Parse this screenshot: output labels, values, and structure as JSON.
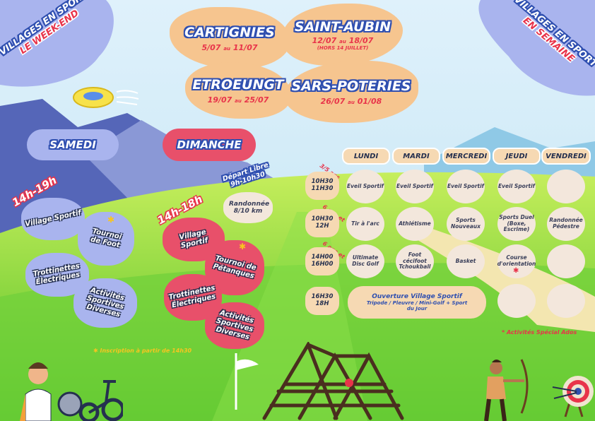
{
  "weekend_banner": {
    "line1": "VILLAGES EN SPORT",
    "line2": "LE WEEK-END"
  },
  "weekday_banner": {
    "line1": "VILLAGES EN SPORT",
    "line2": "EN SEMAINE"
  },
  "villages": [
    {
      "name": "CARTIGNIES",
      "date_start": "5/07",
      "date_sep": "au",
      "date_end": "11/07",
      "note": ""
    },
    {
      "name": "SAINT-AUBIN",
      "date_start": "12/07",
      "date_sep": "au",
      "date_end": "18/07",
      "note": "(HORS 14 JUILLET)"
    },
    {
      "name": "ETROEUNGT",
      "date_start": "19/07",
      "date_sep": "au",
      "date_end": "25/07",
      "note": ""
    },
    {
      "name": "SARS-POTERIES",
      "date_start": "26/07",
      "date_sep": "au",
      "date_end": "01/08",
      "note": ""
    }
  ],
  "saturday": {
    "label": "SAMEDI",
    "hours": "14h-19h",
    "activities": [
      "Village Sportif",
      "Tournoi de Foot",
      "Trottinettes Électriques",
      "Activités Sportives Diverses"
    ]
  },
  "sunday": {
    "label": "DIMANCHE",
    "hours": "14h-18h",
    "hike_start": "Départ Libre 9h-10h30",
    "hike": "Randonnée 8/10 km",
    "activities": [
      "Village Sportif",
      "Tournoi de Pétanques",
      "Trottinettes Électriques",
      "Activités Sportives Diverses"
    ]
  },
  "registration_note": "Inscription à partir de 14h30",
  "weekdays": [
    "LUNDI",
    "MARDI",
    "MERCREDI",
    "JEUDI",
    "VENDREDI"
  ],
  "schedule": [
    {
      "time": [
        "10H30",
        "11H30"
      ],
      "age": "3/5 ans",
      "cells": [
        "Eveil Sportif",
        "Eveil Sportif",
        "Eveil Sportif",
        "Eveil Sportif",
        ""
      ]
    },
    {
      "time": [
        "10H30",
        "12H"
      ],
      "age": "6 ans et +",
      "cells": [
        "Tir à l'arc",
        "Athlétisme",
        "Sports Nouveaux",
        "Sports Duel (Boxe, Escrime)",
        "Randonnée Pédestre"
      ]
    },
    {
      "time": [
        "14H00",
        "16H00"
      ],
      "age": "6 ans et +",
      "cells": [
        "Ultimate Disc Golf",
        "Foot cécifoot Tchoukball",
        "Basket",
        "Course d'orientation",
        ""
      ]
    },
    {
      "time": [
        "16H30",
        "18H"
      ],
      "age": "",
      "wide": "Ouverture Village Sportif",
      "wide_sub": "Tripode / Pleuvre / Mini-Golf + Sport du Jour",
      "cells": [
        "",
        ""
      ]
    }
  ],
  "ados_note": "* Activités Spécial Ados",
  "colors": {
    "sky": "#bfe3f3",
    "grass": "#7dcf2e",
    "lavender": "#a9b4ee",
    "pink": "#e8506a",
    "peach": "#f6d9b3",
    "red": "#e8334a"
  },
  "icons": [
    "frisbee-icon",
    "scooter-icon",
    "climbing-frame-icon",
    "archer-icon",
    "archery-target-icon",
    "flag-icon",
    "star-icon"
  ]
}
